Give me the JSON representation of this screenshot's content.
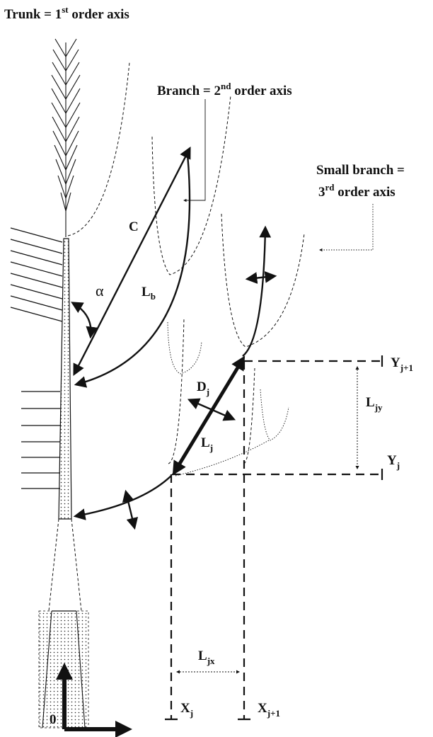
{
  "labels": {
    "trunk": "Trunk = 1",
    "trunk_sup": "st",
    "trunk_rest": " order axis",
    "branch": "Branch = 2",
    "branch_sup": "nd",
    "branch_rest": " order axis",
    "small_branch_line1": "Small branch =",
    "small_branch_line2_a": "3",
    "small_branch_line2_sup": "rd",
    "small_branch_line2_rest": " order axis"
  },
  "symbols": {
    "chord": "C",
    "branch_length": "L",
    "branch_length_sub": "b",
    "angle": "α",
    "diameter": "D",
    "diameter_sub": "j",
    "segment_length": "L",
    "segment_length_sub": "j",
    "ly": "L",
    "ly_sub": "jy",
    "lx": "L",
    "lx_sub": "jx",
    "y_top": "Y",
    "y_top_sub": "j+1",
    "y_bot": "Y",
    "y_bot_sub": "j",
    "x_left": "X",
    "x_left_sub": "j",
    "x_right": "X",
    "x_right_sub": "j+1",
    "origin": "0"
  },
  "colors": {
    "ink": "#111111",
    "background": "#ffffff"
  }
}
